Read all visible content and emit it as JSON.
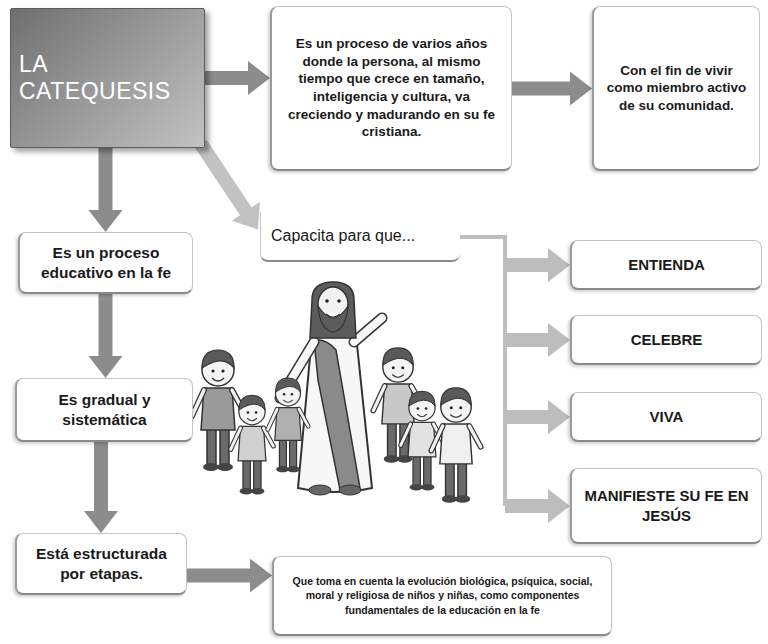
{
  "diagram": {
    "nodes": [
      {
        "text": [
          "LA CATEQUESIS"
        ]
      },
      {
        "text": [
          "Es un proceso de varios años donde la persona, al mismo tiempo que crece en tamaño, inteligencia y cultura, va creciendo y madurando en su fe cristiana."
        ]
      },
      {
        "text": [
          "Con el fin de vivir como miembro activo de su comunidad."
        ]
      },
      {
        "text": [
          "Capacita para que..."
        ]
      },
      {
        "text": [
          "Es un proceso educativo en la fe"
        ]
      },
      {
        "text": [
          "ENTIENDA"
        ]
      },
      {
        "text": [
          "CELEBRE"
        ]
      },
      {
        "text": [
          "Es gradual y sistemática"
        ]
      },
      {
        "text": [
          "VIVA"
        ]
      },
      {
        "text": [
          "MANIFIESTE SU FE EN JESÚS"
        ]
      },
      {
        "text": [
          "Está estructurada por etapas."
        ]
      },
      {
        "text": [
          "Que toma en cuenta la evolución biológica, psíquica, social, moral y religiosa de niños y niñas, como componentes fundamentales de la educación en la fe"
        ]
      }
    ],
    "edges": [
      {
        "from": 0,
        "to": 1,
        "arrow": "to"
      },
      {
        "from": 1,
        "to": 2,
        "arrow": "to"
      },
      {
        "from": 0,
        "to": 3,
        "arrow": "to"
      },
      {
        "from": 0,
        "to": 4,
        "arrow": "to"
      },
      {
        "from": 4,
        "to": 7,
        "arrow": "to"
      },
      {
        "from": 7,
        "to": 10,
        "arrow": "to"
      },
      {
        "from": 10,
        "to": 11,
        "arrow": "to"
      },
      {
        "from": 3,
        "to": 5,
        "arrow": "to"
      },
      {
        "from": 3,
        "to": 6,
        "arrow": "to"
      },
      {
        "from": 3,
        "to": 8,
        "arrow": "to"
      },
      {
        "from": 3,
        "to": 9,
        "arrow": "to"
      }
    ]
  }
}
